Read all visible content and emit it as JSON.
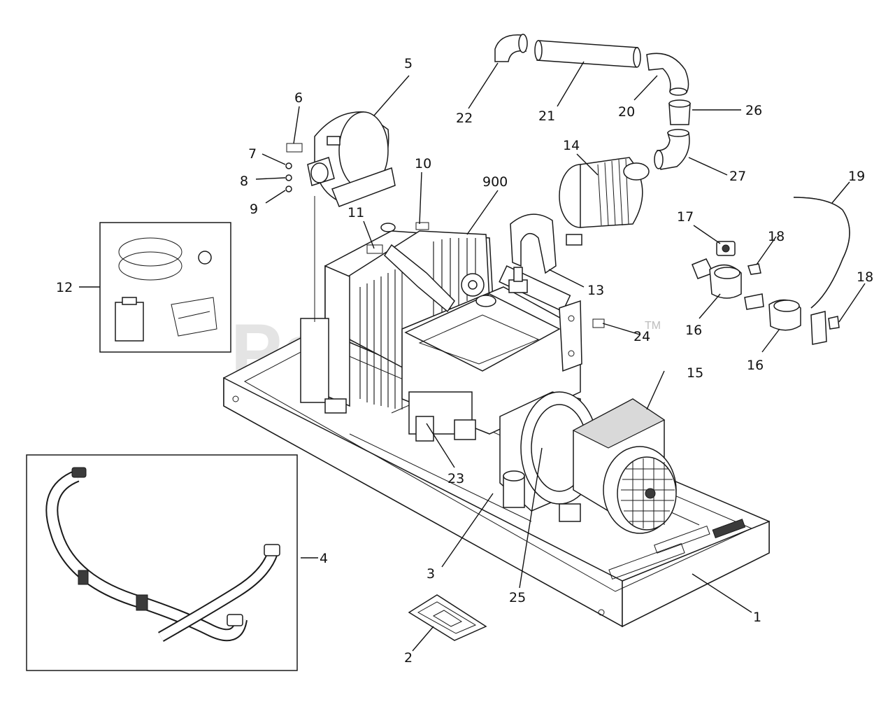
{
  "watermark": {
    "text": "PartsTree",
    "trademark": "TM"
  },
  "callouts": {
    "c1": "1",
    "c2": "2",
    "c3": "3",
    "c4": "4",
    "c5": "5",
    "c6": "6",
    "c7": "7",
    "c8": "8",
    "c9": "9",
    "c10": "10",
    "c11": "11",
    "c12": "12",
    "c13": "13",
    "c14": "14",
    "c15": "15",
    "c16a": "16",
    "c16b": "16",
    "c17": "17",
    "c18a": "18",
    "c18b": "18",
    "c19": "19",
    "c20": "20",
    "c21": "21",
    "c22": "22",
    "c23": "23",
    "c24": "24",
    "c25": "25",
    "c26": "26",
    "c27": "27",
    "c900": "900"
  }
}
